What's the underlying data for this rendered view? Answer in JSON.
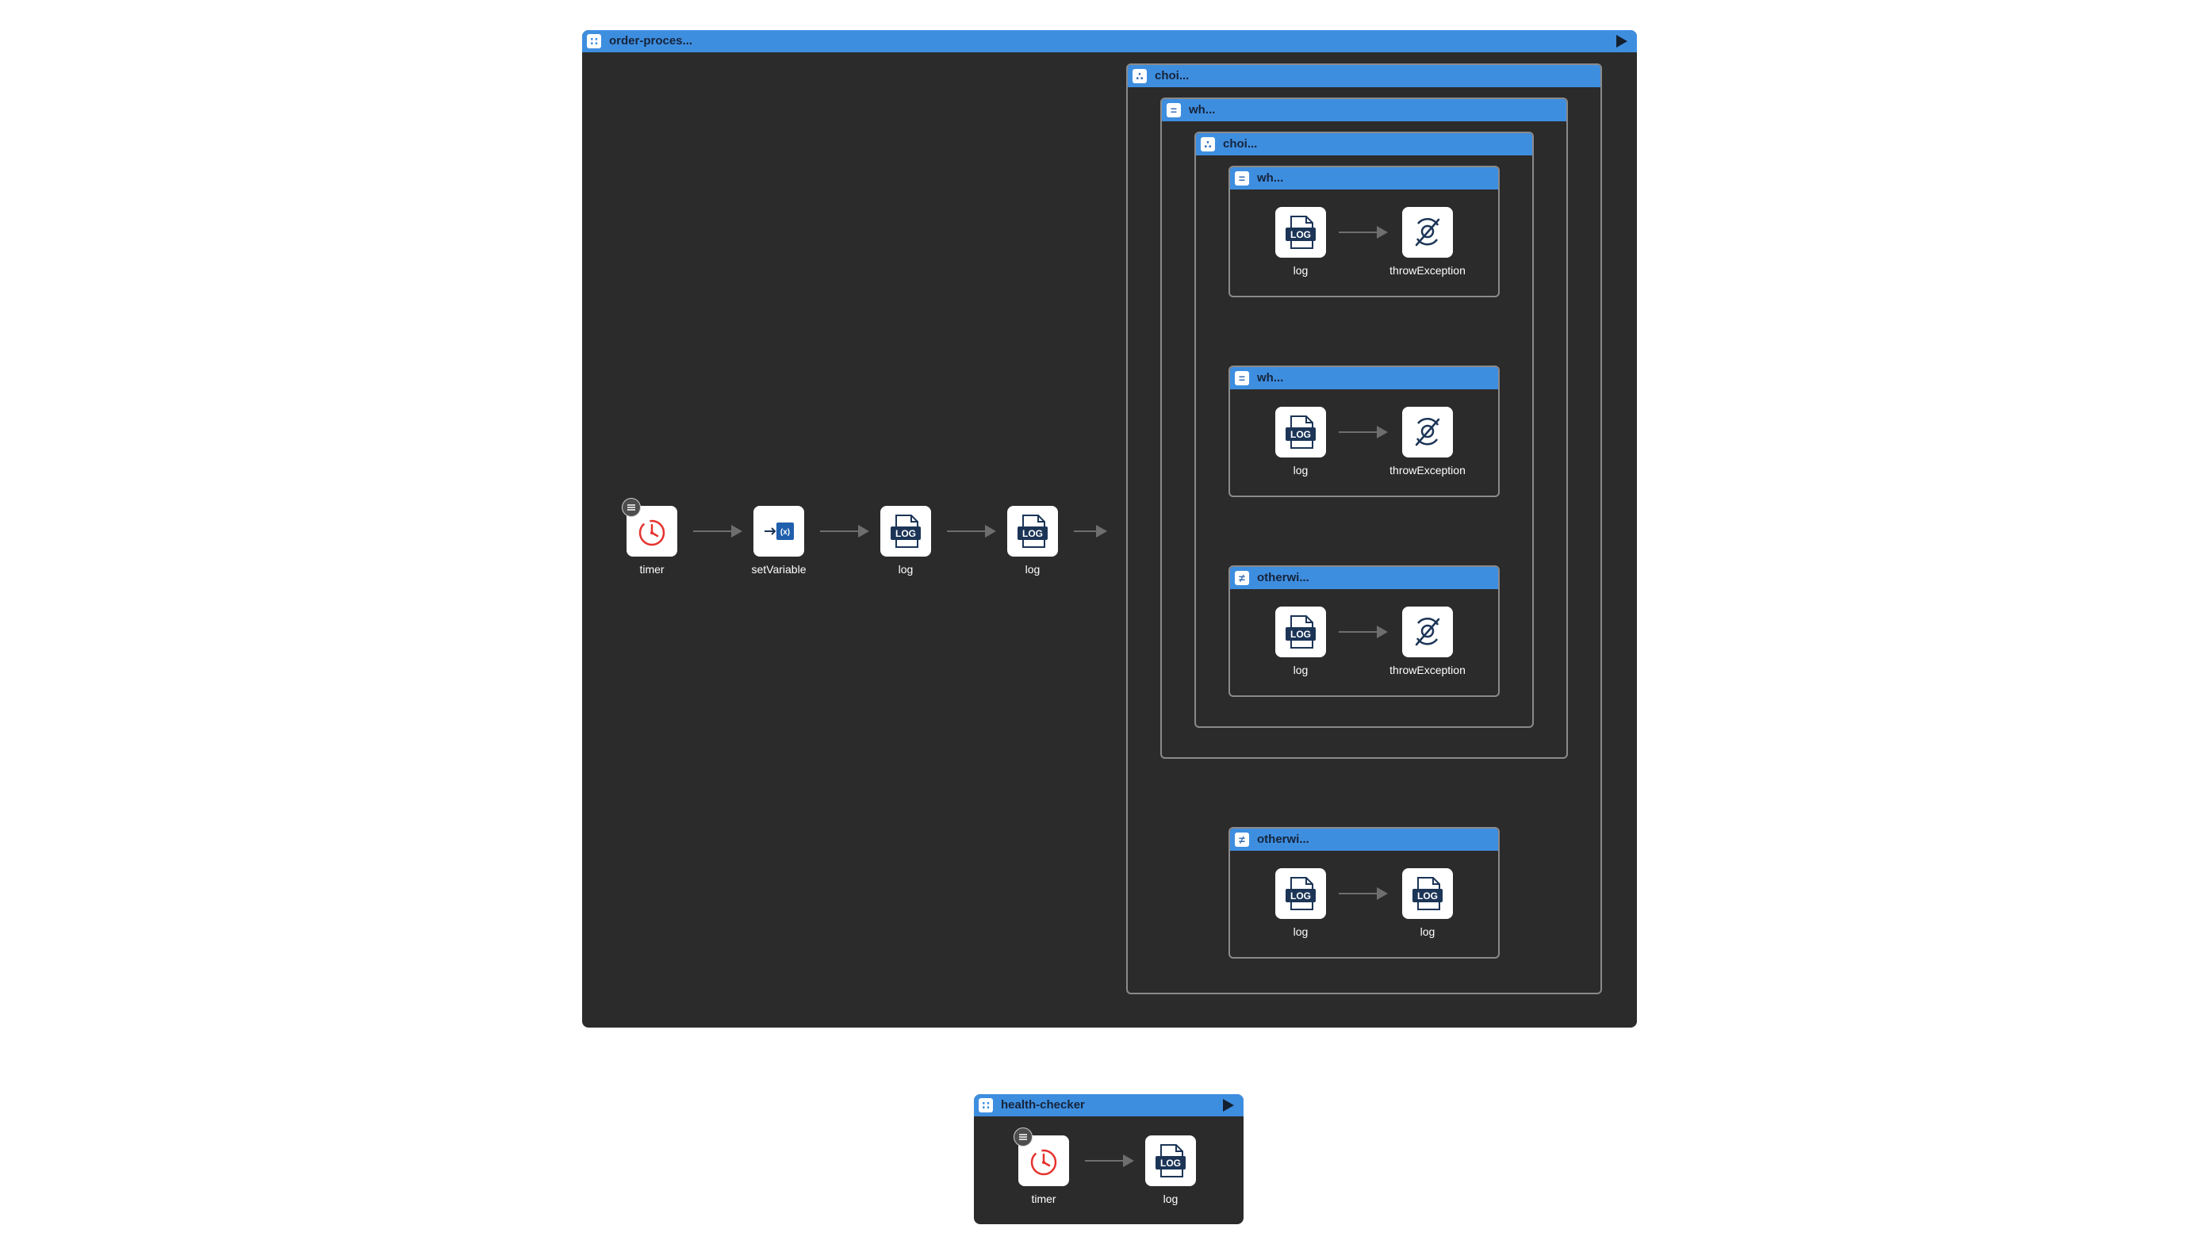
{
  "routes": {
    "order": {
      "title": "order-proces..."
    },
    "health": {
      "title": "health-checker"
    }
  },
  "containers": {
    "choice_outer": "choi...",
    "when_outer": "wh...",
    "choice_inner": "choi...",
    "when_a": "wh...",
    "when_b": "wh...",
    "otherwise_inner": "otherwi...",
    "otherwise_outer": "otherwi..."
  },
  "labels": {
    "timer": "timer",
    "setVariable": "setVariable",
    "log": "log",
    "throwException": "throwException"
  },
  "icon_text": {
    "log": "LOG",
    "variable": "(x)"
  },
  "header_icons": {
    "route": "∷",
    "choice": "∴",
    "when": "=",
    "otherwise": "≠"
  },
  "colors": {
    "route_background": "#2b2b2b",
    "header_blue": "#3e8ee0",
    "arrow": "#6e6e6e",
    "timer_red": "#e5322d",
    "icon_navy": "#1c3557"
  }
}
